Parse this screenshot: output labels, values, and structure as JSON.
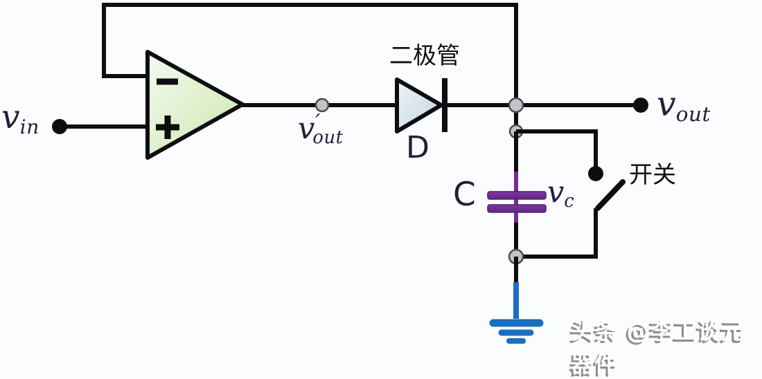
{
  "diagram": {
    "title_semantic": "peak-detector-opamp-diode-capacitor-circuit",
    "labels": {
      "vin": {
        "base": "v",
        "sub": "in"
      },
      "vout_prime": {
        "base": "v",
        "prime": "′",
        "sub": "out"
      },
      "vout": {
        "base": "v",
        "sub": "out"
      },
      "vc": {
        "base": "v",
        "sub": "c"
      },
      "diode_cn": "二极管",
      "diode_ref": "D",
      "capacitor_ref": "C",
      "switch_cn": "开关"
    },
    "opamp": {
      "minus_label": "−",
      "plus_label": "+"
    },
    "watermark": "头条 @李工谈元器件",
    "icons": [
      "opamp-triangle-icon",
      "diode-icon",
      "capacitor-icon",
      "switch-icon",
      "ground-icon",
      "junction-node-icon",
      "terminal-dot-icon"
    ]
  },
  "colors": {
    "bg": "#fbfcfe",
    "wire": "#0e0e11",
    "navy": "#20203c",
    "cn": "#121215",
    "purple": "#722e95",
    "purple-dark": "#51206f",
    "blue": "#1b6fc0",
    "node-fill": "#c2c2c7",
    "node-stroke": "#49494e",
    "wm": "#ffffff",
    "wm-shadow": "#8d8d8d"
  }
}
